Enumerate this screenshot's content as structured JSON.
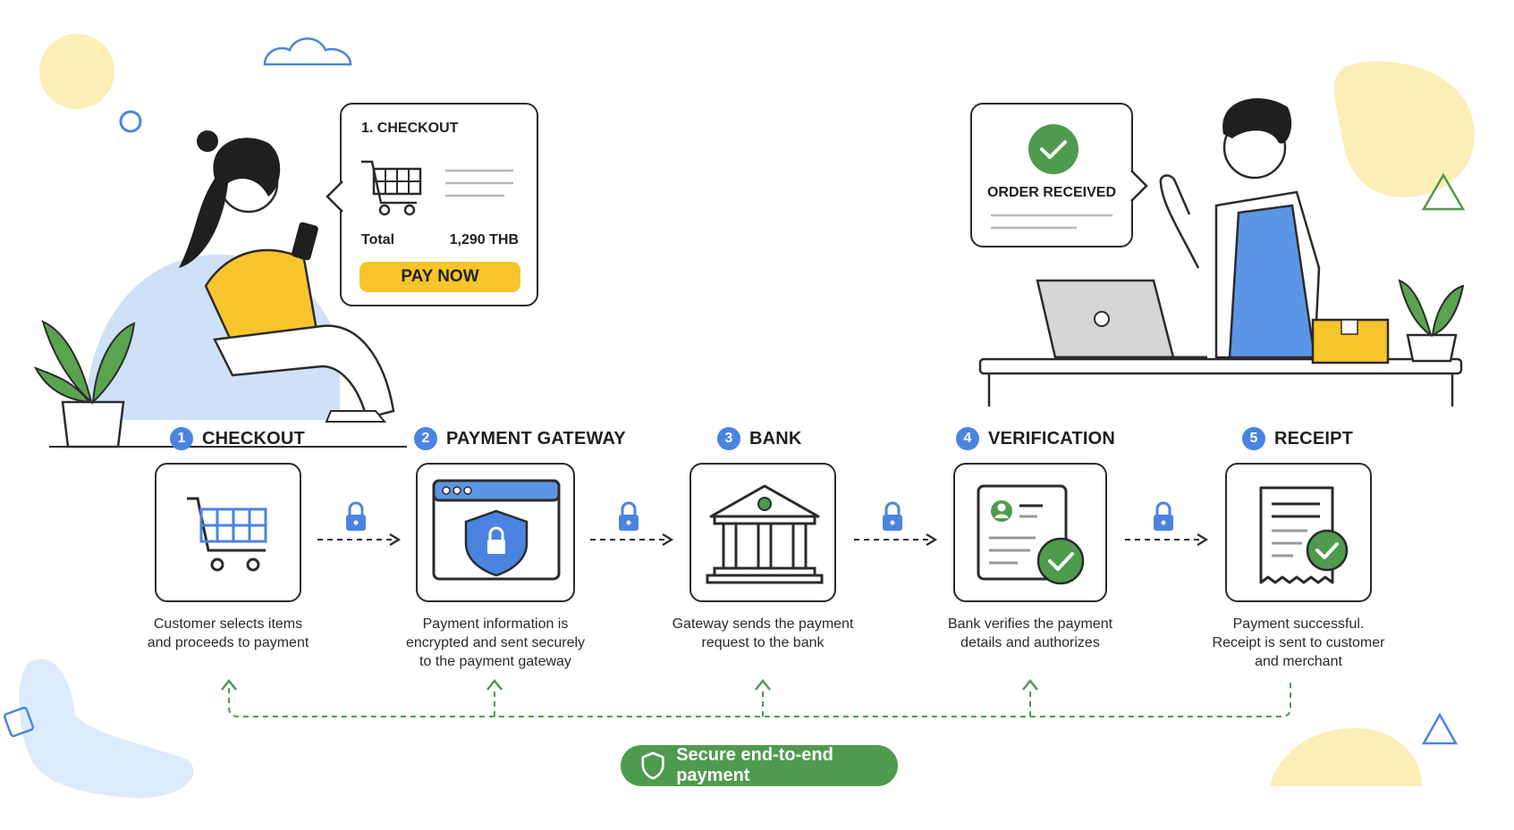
{
  "checkout_card": {
    "title": "1. CHECKOUT",
    "total_label": "Total",
    "total_value": "1,290 THB",
    "pay_button": "PAY NOW"
  },
  "order_card": {
    "title": "ORDER RECEIVED"
  },
  "steps": [
    {
      "number": "1",
      "title": "CHECKOUT",
      "desc": [
        "Customer selects items",
        "and proceeds to payment"
      ],
      "icon": "shopping-cart-icon"
    },
    {
      "number": "2",
      "title": "PAYMENT GATEWAY",
      "desc": [
        "Payment information is",
        "encrypted and sent securely",
        "to the payment gateway"
      ],
      "icon": "secure-browser-icon"
    },
    {
      "number": "3",
      "title": "BANK",
      "desc": [
        "Gateway sends the payment",
        "request to the bank"
      ],
      "icon": "bank-icon"
    },
    {
      "number": "4",
      "title": "VERIFICATION",
      "desc": [
        "Bank verifies the payment",
        "details and authorizes"
      ],
      "icon": "verified-document-icon"
    },
    {
      "number": "5",
      "title": "RECEIPT",
      "desc": [
        "Payment successful.",
        "Receipt is sent to customer",
        "and merchant"
      ],
      "icon": "receipt-icon"
    }
  ],
  "badge": {
    "label": "Secure end-to-end payment",
    "icon": "shield-icon"
  },
  "colors": {
    "accent_blue": "#4a84e0",
    "accent_green": "#4e9b4e",
    "accent_yellow": "#f7c52b",
    "soft_blue": "#cfe1f7",
    "soft_yellow": "#fbeeb6"
  }
}
